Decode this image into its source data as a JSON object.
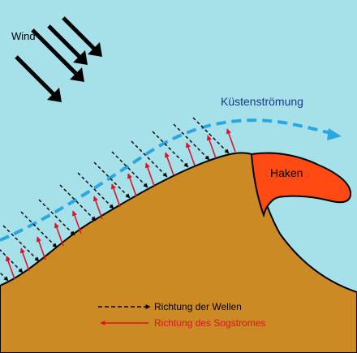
{
  "labels": {
    "wind": "Wind",
    "current": "Küstenströmung",
    "spit": "Haken"
  },
  "legend": {
    "waves": "Richtung der Wellen",
    "backwash": "Richtung des Sogstromes"
  },
  "colors": {
    "sea": "#a6e1ea",
    "land": "#cc8a24",
    "spit": "#ff4a14",
    "current": "#29a8df",
    "backwash": "#e0102a",
    "waves": "#000000"
  }
}
